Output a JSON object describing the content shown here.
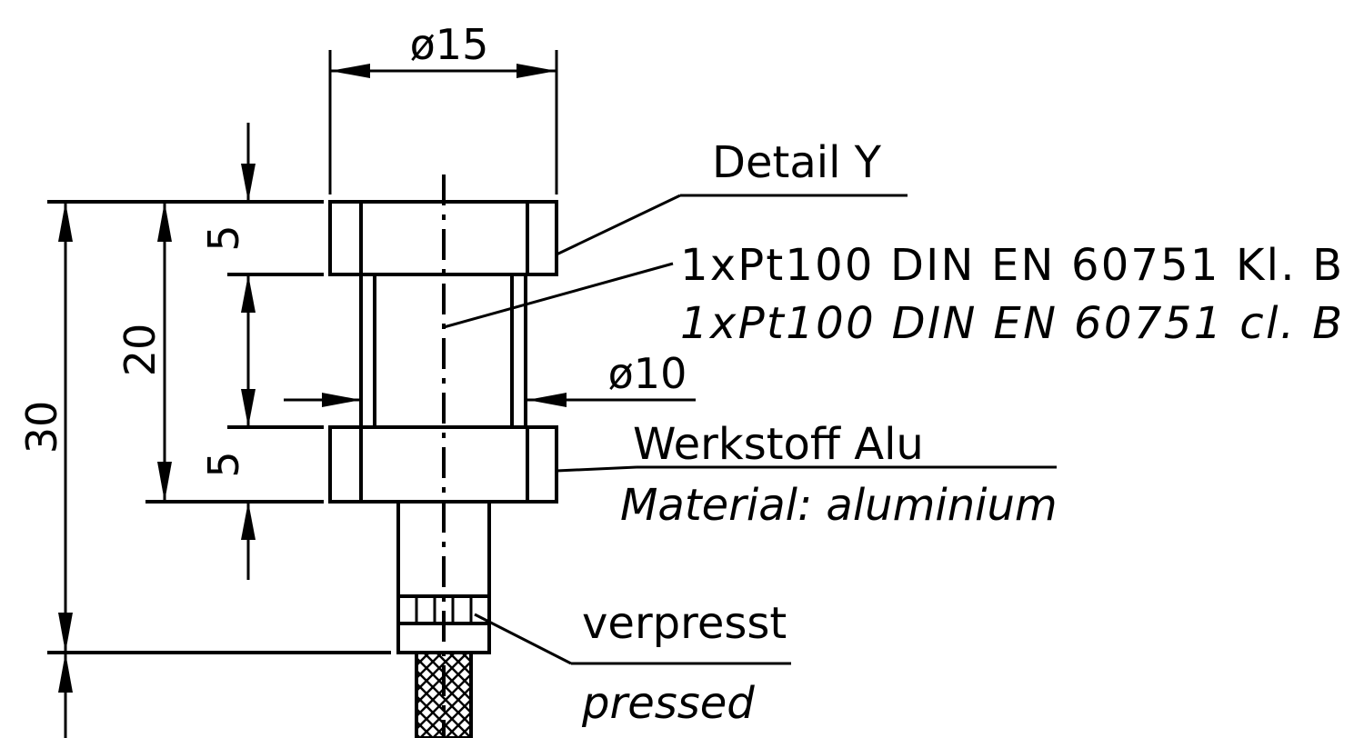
{
  "dimensions": {
    "outer_diameter": "ø15",
    "inner_diameter": "ø10",
    "top_flange_height": "5",
    "bottom_flange_height": "5",
    "body_height": "20",
    "total_height": "30"
  },
  "callouts": {
    "detail": "Detail Y",
    "sensor_de": "1xPt100 DIN EN 60751 Kl. B",
    "sensor_en": "1xPt100 DIN EN 60751 cl. B",
    "material_de": "Werkstoff Alu",
    "material_en": "Material: aluminium",
    "crimp_de": "verpresst",
    "crimp_en": "pressed"
  }
}
